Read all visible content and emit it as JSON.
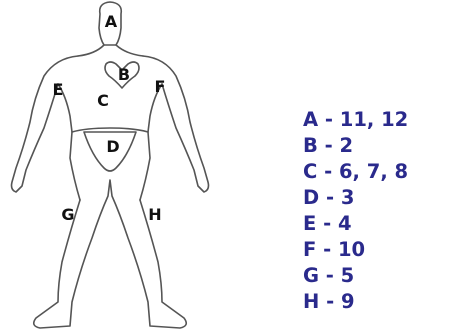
{
  "colors": {
    "outline": "#555555",
    "label": "#111111",
    "legend_text": "#2a2a8c"
  },
  "figure": {
    "regions": [
      {
        "letter": "A",
        "part": "head"
      },
      {
        "letter": "B",
        "part": "heart"
      },
      {
        "letter": "C",
        "part": "chest"
      },
      {
        "letter": "D",
        "part": "groin"
      },
      {
        "letter": "E",
        "part": "right-upper-arm"
      },
      {
        "letter": "F",
        "part": "left-upper-arm"
      },
      {
        "letter": "G",
        "part": "right-leg"
      },
      {
        "letter": "H",
        "part": "left-leg"
      }
    ]
  },
  "legend": [
    "A - 11, 12",
    "B - 2",
    "C - 6, 7, 8",
    "D - 3",
    "E - 4",
    "F - 10",
    "G - 5",
    "H - 9"
  ]
}
